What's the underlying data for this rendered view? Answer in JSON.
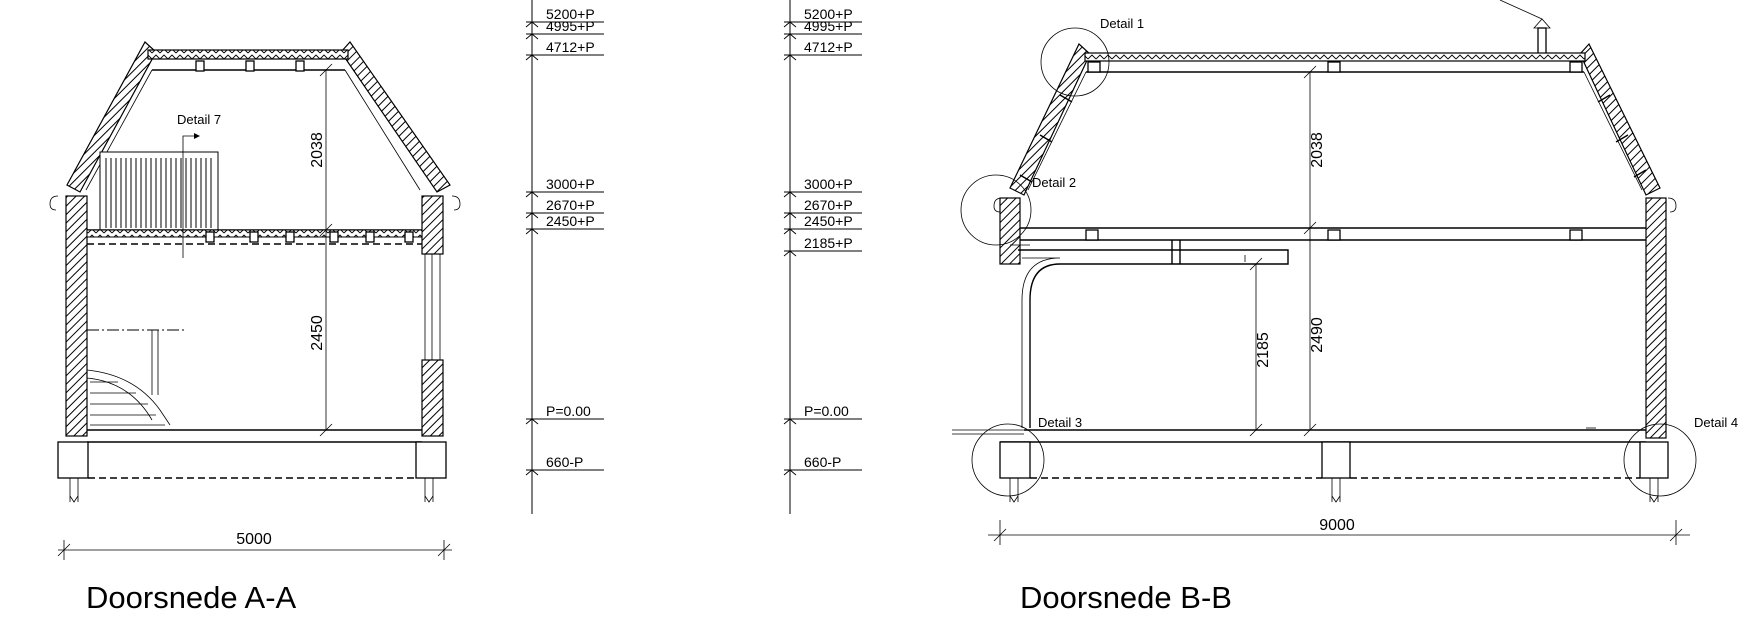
{
  "sections": [
    {
      "title": "Doorsnede A-A",
      "width_dim": "5000",
      "height_dims": [
        "2038",
        "2450"
      ],
      "detail_labels": [
        "Detail 7"
      ]
    },
    {
      "title": "Doorsnede B-B",
      "width_dim": "9000",
      "height_dims": [
        "2038",
        "2490",
        "2185"
      ],
      "detail_labels": [
        "Detail 1",
        "Detail 2",
        "Detail 3",
        "Detail 4"
      ]
    }
  ],
  "level_scales": [
    {
      "levels": [
        "5200+P",
        "4995+P",
        "4712+P",
        "3000+P",
        "2670+P",
        "2450+P",
        "P=0.00",
        "660-P"
      ]
    },
    {
      "levels": [
        "5200+P",
        "4995+P",
        "4712+P",
        "3000+P",
        "2670+P",
        "2450+P",
        "2185+P",
        "P=0.00",
        "660-P"
      ]
    }
  ]
}
